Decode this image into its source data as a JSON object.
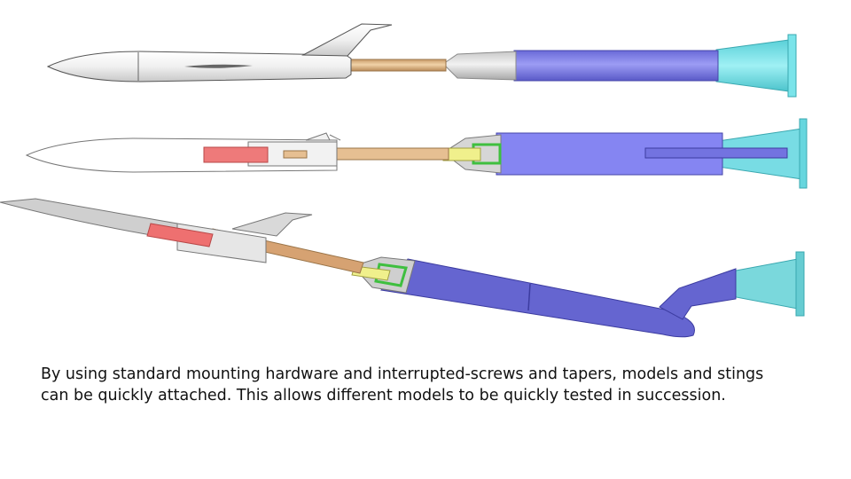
{
  "caption": "By using standard mounting hardware and interrupted-screws and tapers, models and stings can be quickly attached. This allows different models to be quickly tested in succession.",
  "colors": {
    "model_body": "#e6e6e6",
    "sting_rod": "#e0b88a",
    "adapter": "#d4d4d4",
    "sting_support": "#8080ee",
    "mount_flange": "#66e0e6",
    "balance": "#ee7a7a",
    "fitting": "#f0f090",
    "seal": "#66dd66"
  },
  "views": [
    "exterior-view",
    "section-view",
    "angled-section-view"
  ]
}
